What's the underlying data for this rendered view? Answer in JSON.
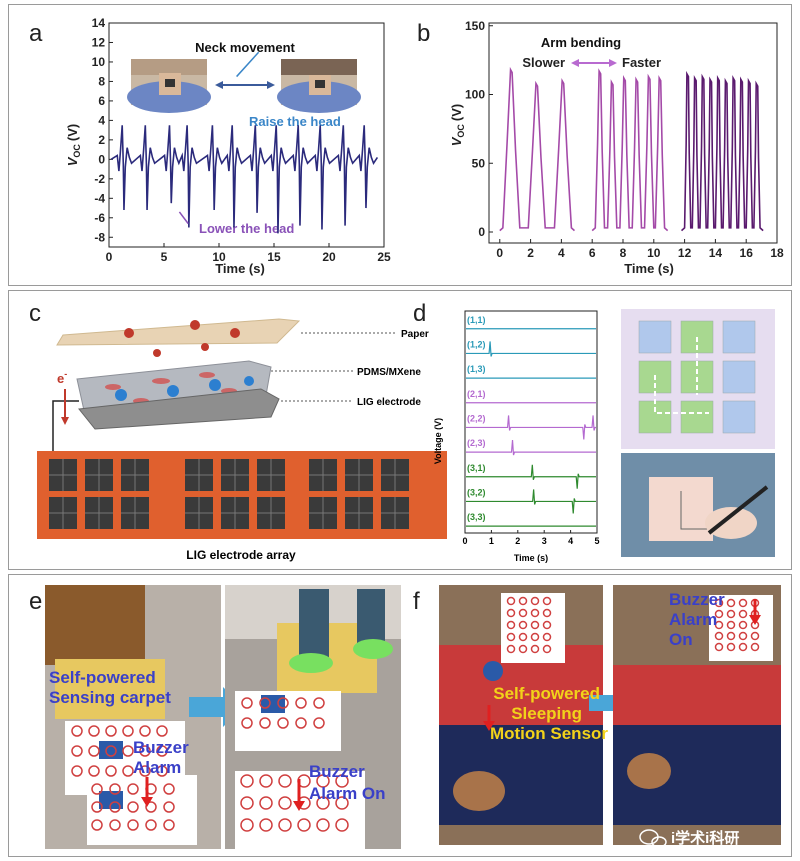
{
  "panel_letters": {
    "a": "a",
    "b": "b",
    "c": "c",
    "d": "d",
    "e": "e",
    "f": "f"
  },
  "colors": {
    "navy": "#2b2a7c",
    "purple": "#a44aa8",
    "darkpurple": "#5a1a6e",
    "cyan": "#2a9ab8",
    "violet": "#b46ad0",
    "green": "#2f8a2f",
    "annotBlue": "#3a86c8",
    "annotPurple": "#8a52b8",
    "photoBlue": "#3a40c8",
    "photoYellow": "#f2d21a"
  },
  "panel_a": {
    "title": "Neck movement",
    "raise": "Raise the head",
    "lower": "Lower the head",
    "ylabel_main": "V",
    "ylabel_sub": "OC",
    "ylabel_unit": "(V)",
    "xlabel": "Time (s)"
  },
  "panel_b": {
    "title": "Arm bending",
    "slower": "Slower",
    "faster": "Faster",
    "ylabel_main": "V",
    "ylabel_sub": "OC",
    "ylabel_unit": "(V)",
    "xlabel": "Time (s)"
  },
  "panel_c": {
    "paper": "Paper",
    "pdms": "PDMS/MXene",
    "lig": "LIG electrode",
    "electron": "e",
    "array_caption": "LIG electrode array"
  },
  "panel_d": {
    "ylabel": "Voltage (V)",
    "xlabel": "Time (s)",
    "channels": [
      "(1,1)",
      "(1,2)",
      "(1,3)",
      "(2,1)",
      "(2,2)",
      "(2,3)",
      "(3,1)",
      "(3,2)",
      "(3,3)"
    ]
  },
  "panel_e": {
    "carpet": [
      "Self-powered",
      "Sensing carpet"
    ],
    "buzzer": [
      "Buzzer",
      "Alarm"
    ],
    "buzzer_on": [
      "Buzzer",
      "Alarm On"
    ]
  },
  "panel_f": {
    "sensor": [
      "Self-powered",
      "Sleeping",
      "Motion Sensor"
    ],
    "buzzer_on": [
      "Buzzer",
      "Alarm",
      "On"
    ]
  },
  "watermark": "i学术i科研",
  "chart_data": [
    {
      "type": "line",
      "title": "Neck movement",
      "xlabel": "Time (s)",
      "ylabel": "VOC (V)",
      "xlim": [
        0,
        25
      ],
      "ylim": [
        -9,
        14
      ],
      "xticks": [
        0,
        5,
        10,
        15,
        20,
        25
      ],
      "yticks": [
        -8,
        -6,
        -4,
        -2,
        0,
        2,
        4,
        6,
        8,
        10,
        12,
        14
      ],
      "annotations": [
        "Raise the head",
        "Lower the head"
      ],
      "series": [
        {
          "values_note": "",
          "peaks_time": [
            1.3,
            3.4,
            5.6,
            7.2,
            9.5,
            11.3,
            13.4,
            15.3,
            17.3,
            19.3,
            21.4,
            23.3
          ],
          "peak_max": 3.5,
          "peak_min": [
            -5.2,
            -5.2,
            -4.5,
            -7.0,
            -5.2,
            -7.0,
            -5.5,
            -7.6,
            -6.8,
            -7.2,
            -6.8,
            -5.0
          ]
        }
      ]
    },
    {
      "type": "line",
      "title": "Arm bending",
      "xlabel": "Time (s)",
      "ylabel": "VOC (V)",
      "xlim": [
        -0.7,
        18
      ],
      "ylim": [
        -8,
        152
      ],
      "xticks": [
        0,
        2,
        4,
        6,
        8,
        10,
        12,
        14,
        16,
        18
      ],
      "yticks": [
        0,
        50,
        100,
        150
      ],
      "annotations": [
        "Slower",
        "Faster"
      ],
      "series": [
        {
          "segment": 1,
          "peaks_time": [
            0.75,
            2.4,
            4.1
          ],
          "peaks_value": [
            118,
            108,
            110
          ]
        },
        {
          "segment": 2,
          "peaks_time": [
            6.5,
            7.3,
            8.1,
            8.9,
            9.7,
            10.4
          ],
          "peaks_value": [
            117,
            109,
            112,
            111,
            113,
            112
          ]
        },
        {
          "segment": 3,
          "peaks_time": [
            12.2,
            12.7,
            13.2,
            13.7,
            14.2,
            14.7,
            15.2,
            15.7,
            16.2,
            16.7
          ],
          "peaks_value": [
            115,
            112,
            113,
            111,
            112,
            110,
            112,
            111,
            110,
            108
          ]
        }
      ]
    },
    {
      "type": "line",
      "xlabel": "Time (s)",
      "ylabel": "Voltage (V)",
      "xlim": [
        0,
        5
      ],
      "xticks": [
        0,
        1,
        2,
        3,
        4,
        5
      ],
      "series": [
        {
          "name": "(1,1)",
          "events": []
        },
        {
          "name": "(1,2)",
          "events": [
            0.95
          ]
        },
        {
          "name": "(1,3)",
          "events": []
        },
        {
          "name": "(2,1)",
          "events": []
        },
        {
          "name": "(2,2)",
          "events": [
            1.65,
            4.5,
            4.85
          ]
        },
        {
          "name": "(2,3)",
          "events": [
            1.8
          ]
        },
        {
          "name": "(3,1)",
          "events": [
            2.55,
            4.25
          ]
        },
        {
          "name": "(3,2)",
          "events": [
            2.6,
            4.1
          ]
        },
        {
          "name": "(3,3)",
          "events": []
        }
      ]
    }
  ]
}
